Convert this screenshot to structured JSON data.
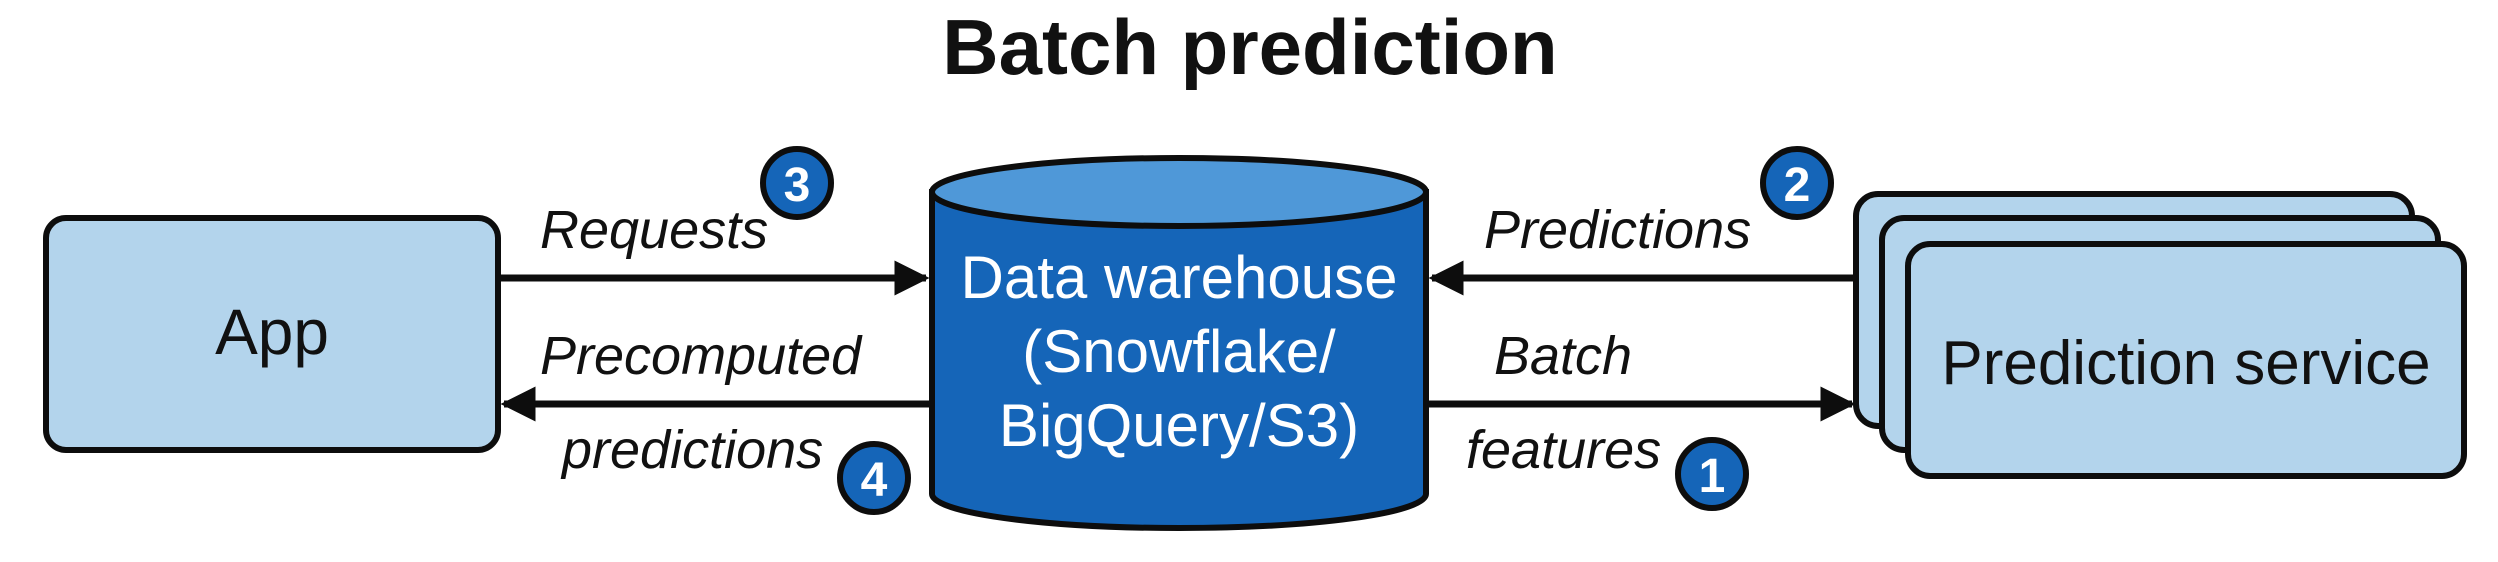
{
  "title": "Batch prediction",
  "nodes": {
    "app": {
      "label": "App"
    },
    "warehouse": {
      "lines": [
        "Data warehouse",
        "(Snowflake/",
        "BigQuery/S3)"
      ]
    },
    "service": {
      "label": "Prediction service"
    }
  },
  "edges": {
    "requests": {
      "label": "Requests",
      "step": "3"
    },
    "precomputed": {
      "lines": [
        "Precomputed",
        "predictions"
      ],
      "step": "4"
    },
    "predictions": {
      "label": "Predictions",
      "step": "2"
    },
    "batch_features": {
      "lines": [
        "Batch",
        "features"
      ],
      "step": "1"
    }
  },
  "colors": {
    "box_fill": "#b3d4ec",
    "stroke": "#0d0d0d",
    "db_body": "#1565b8",
    "db_top": "#4f98d8",
    "badge": "#1565b8",
    "arrow": "#0d0d0d"
  }
}
